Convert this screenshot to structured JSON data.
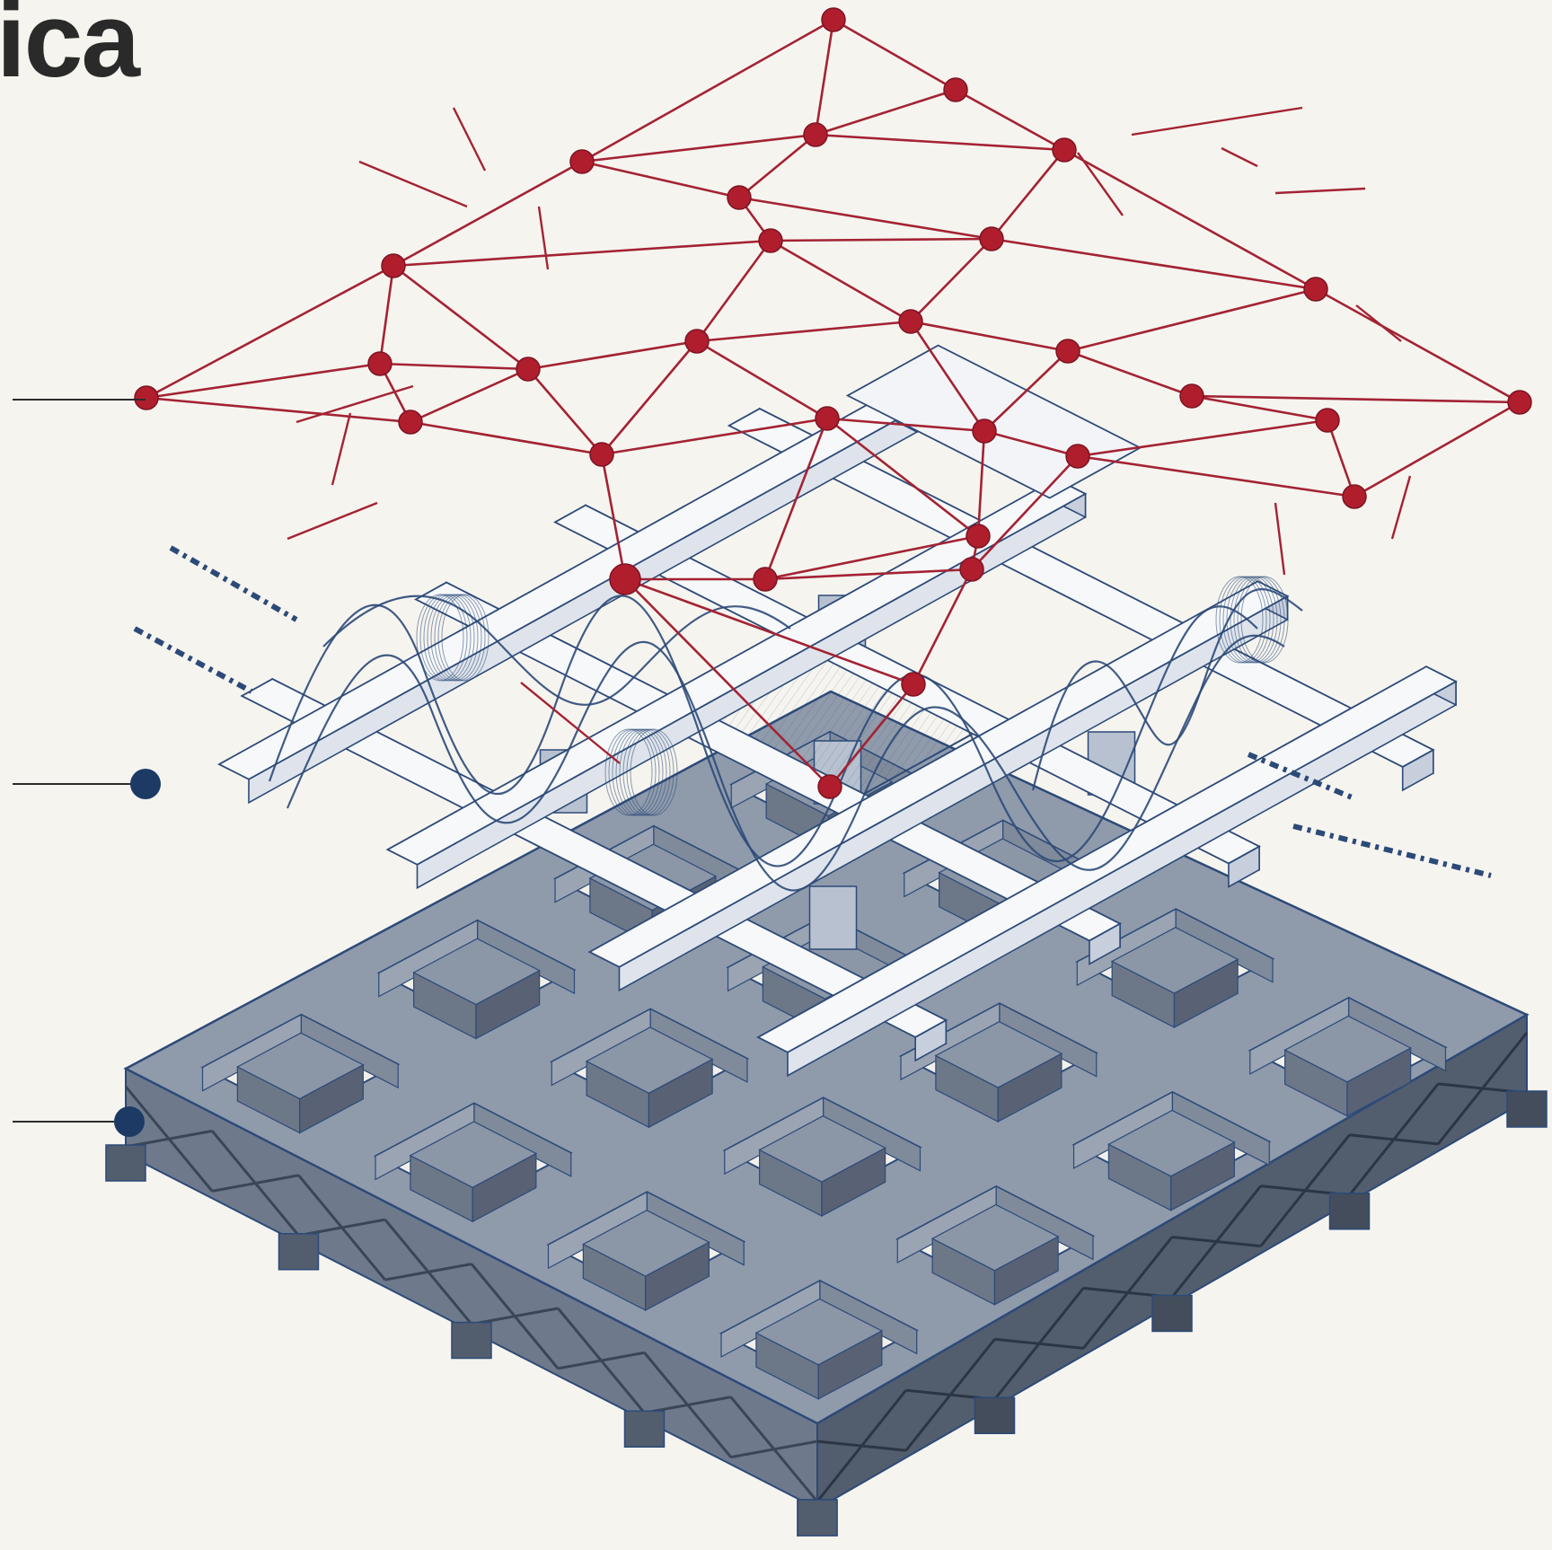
{
  "title_fragment": "ica",
  "colors": {
    "background": "#f6f4ef",
    "title": "#2a2a2a",
    "network_red": "#a32333",
    "network_node": "#b01e2e",
    "frame_blue": "#2c4a78",
    "steel_face": "#6e7a8c",
    "steel_top": "#8f9aab",
    "steel_dark": "#525d6e",
    "callout_dot": "#1c3a63"
  },
  "layers": [
    {
      "id": "node-network",
      "description_icon": "network-icon"
    },
    {
      "id": "beam-frame",
      "description_icon": "frame-icon"
    },
    {
      "id": "grid-foundation",
      "description_icon": "grid-icon"
    }
  ],
  "callouts": [
    {
      "id": "callout-network",
      "marker": "line-only"
    },
    {
      "id": "callout-frame",
      "marker": "dot"
    },
    {
      "id": "callout-foundation",
      "marker": "dot"
    }
  ]
}
